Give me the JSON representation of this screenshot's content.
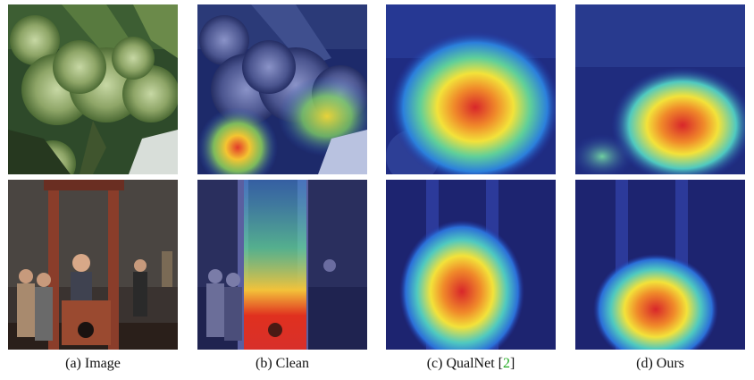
{
  "figure": {
    "columns": [
      {
        "caption_text": "(a) Image",
        "citation": ""
      },
      {
        "caption_text": "(b) Clean",
        "citation": ""
      },
      {
        "caption_text": "(c) QualNet [",
        "citation": "2",
        "caption_suffix": "]"
      },
      {
        "caption_text": "(d) Ours",
        "citation": ""
      }
    ],
    "rows": [
      {
        "subject": "broccoli"
      },
      {
        "subject": "guillotine"
      }
    ],
    "colors": {
      "heat_cool": "#1a2a9c",
      "heat_hot": "#e02020",
      "citation_green": "#22aa22"
    }
  }
}
